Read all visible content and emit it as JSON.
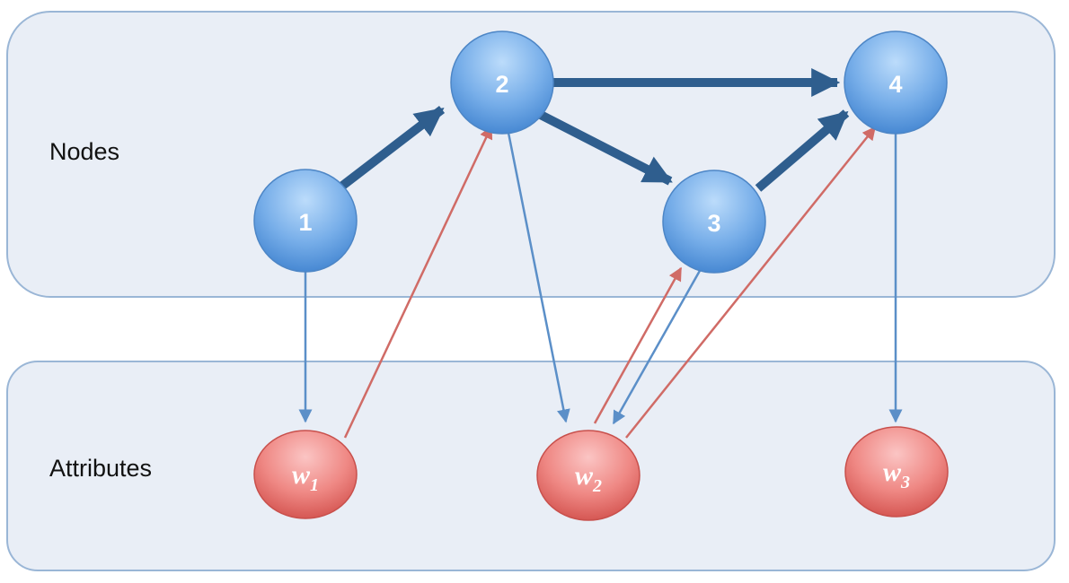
{
  "panels": {
    "nodes": {
      "label": "Nodes"
    },
    "attributes": {
      "label": "Attributes"
    }
  },
  "nodes": [
    {
      "id": "1",
      "label": "1"
    },
    {
      "id": "2",
      "label": "2"
    },
    {
      "id": "3",
      "label": "3"
    },
    {
      "id": "4",
      "label": "4"
    }
  ],
  "attributes": [
    {
      "id": "w1",
      "label": "w",
      "sub": "1"
    },
    {
      "id": "w2",
      "label": "w",
      "sub": "2"
    },
    {
      "id": "w3",
      "label": "w",
      "sub": "3"
    }
  ],
  "edges": {
    "node_to_node": [
      [
        "1",
        "2"
      ],
      [
        "2",
        "4"
      ],
      [
        "2",
        "3"
      ],
      [
        "3",
        "4"
      ]
    ],
    "node_to_attribute": [
      [
        "1",
        "w1"
      ],
      [
        "2",
        "w2"
      ],
      [
        "3",
        "w2"
      ],
      [
        "4",
        "w3"
      ]
    ],
    "attribute_to_node": [
      [
        "w1",
        "2"
      ],
      [
        "w2",
        "3"
      ],
      [
        "w2",
        "4"
      ]
    ]
  },
  "colors": {
    "panel_fill": "#e9eef6",
    "panel_stroke": "#9ab6d6",
    "node_fill_top": "#a9cdf6",
    "node_fill_bottom": "#4a8ed8",
    "attr_fill_top": "#f7b1b0",
    "attr_fill_bottom": "#d9534f",
    "thick_edge": "#2f5e8e",
    "blue_edge": "#5b8fc8",
    "red_edge": "#d06b66"
  }
}
